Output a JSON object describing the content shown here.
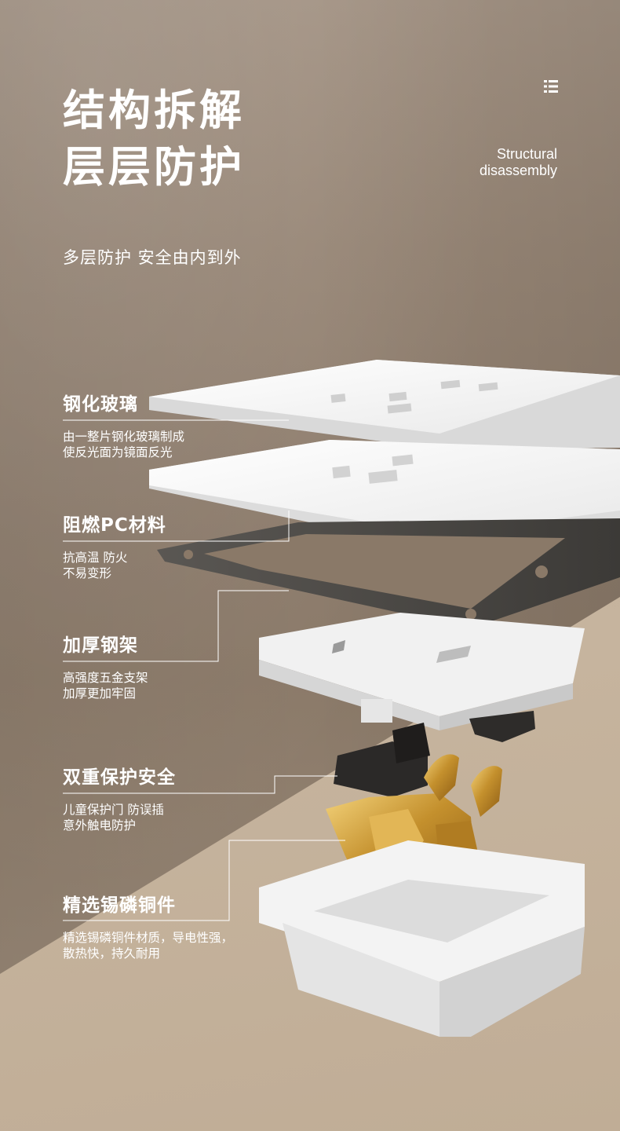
{
  "header": {
    "title_line1": "结构拆解",
    "title_line2": "层层防护",
    "en_line1": "Structural",
    "en_line2": "disassembly",
    "subtitle": "多层防护  安全由内到外",
    "menu_icon": "list-icon"
  },
  "features": [
    {
      "title": "钢化玻璃",
      "desc": "由一整片钢化玻璃制成\n使反光面为镜面反光"
    },
    {
      "title": "阻燃PC材料",
      "desc": "抗高温 防火\n不易变形"
    },
    {
      "title": "加厚钢架",
      "desc": "高强度五金支架\n加厚更加牢固"
    },
    {
      "title": "双重保护安全",
      "desc": "儿童保护门 防误插\n意外触电防护"
    },
    {
      "title": "精选锡磷铜件",
      "desc": "精选锡磷铜件材质，导电性强，\n散热快，持久耐用"
    }
  ],
  "colors": {
    "background": "#978676",
    "floor": "#c2af98",
    "text": "#ffffff",
    "panel_white": "#f6f6f6",
    "frame_dark": "#4a4744",
    "copper": "#c99a3a"
  }
}
